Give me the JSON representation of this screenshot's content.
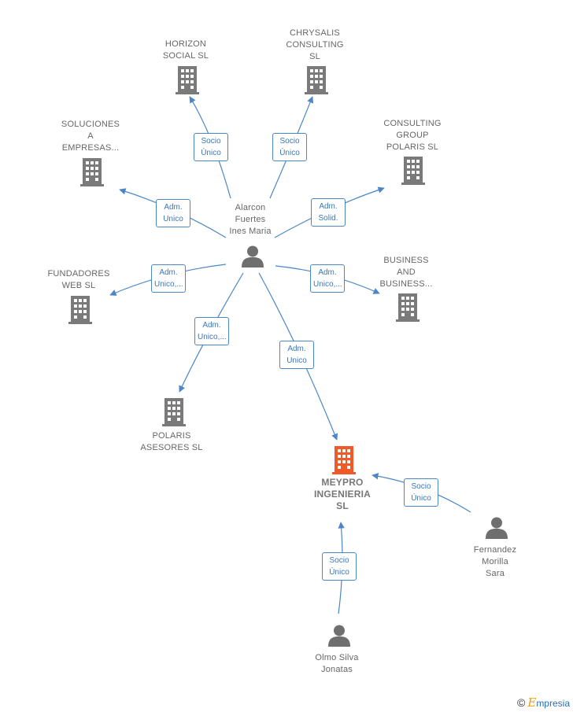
{
  "nodes": {
    "alarcon": {
      "label": "Alarcon\nFuertes\nInes Maria"
    },
    "horizon": {
      "label": "HORIZON\nSOCIAL  SL"
    },
    "chrysalis": {
      "label": "CHRYSALIS\nCONSULTING\nSL"
    },
    "soluciones": {
      "label": "SOLUCIONES\nA\nEMPRESAS..."
    },
    "consulting": {
      "label": "CONSULTING\nGROUP\nPOLARIS  SL"
    },
    "fundadores": {
      "label": "FUNDADORES\nWEB  SL"
    },
    "business": {
      "label": "BUSINESS\nAND\nBUSINESS..."
    },
    "polaris": {
      "label": "POLARIS\nASESORES SL"
    },
    "meypro": {
      "label": "MEYPRO\nINGENIERIA\nSL"
    },
    "fernandez": {
      "label": "Fernandez\nMorilla\nSara"
    },
    "olmo": {
      "label": "Olmo Silva\nJonatas"
    }
  },
  "edges": {
    "horizon": "Socio\nÚnico",
    "chrysalis": "Socio\nÚnico",
    "soluciones": "Adm.\nUnico",
    "consulting": "Adm.\nSolid.",
    "fundadores": "Adm.\nUnico,...",
    "business": "Adm.\nUnico,...",
    "polaris": "Adm.\nUnico,...",
    "meypro": "Adm.\nUnico",
    "fernandez": "Socio\nÚnico",
    "olmo": "Socio\nÚnico"
  },
  "colors": {
    "edge": "#4a86c8",
    "company_icon": "#7a7a7a",
    "highlight_icon": "#f05a28",
    "person_icon": "#6f6f6f"
  },
  "icons": {
    "company": "building-icon",
    "person": "person-icon"
  },
  "footer": {
    "copyright": "©",
    "brand_initial": "E",
    "brand_rest": "mpresia"
  }
}
